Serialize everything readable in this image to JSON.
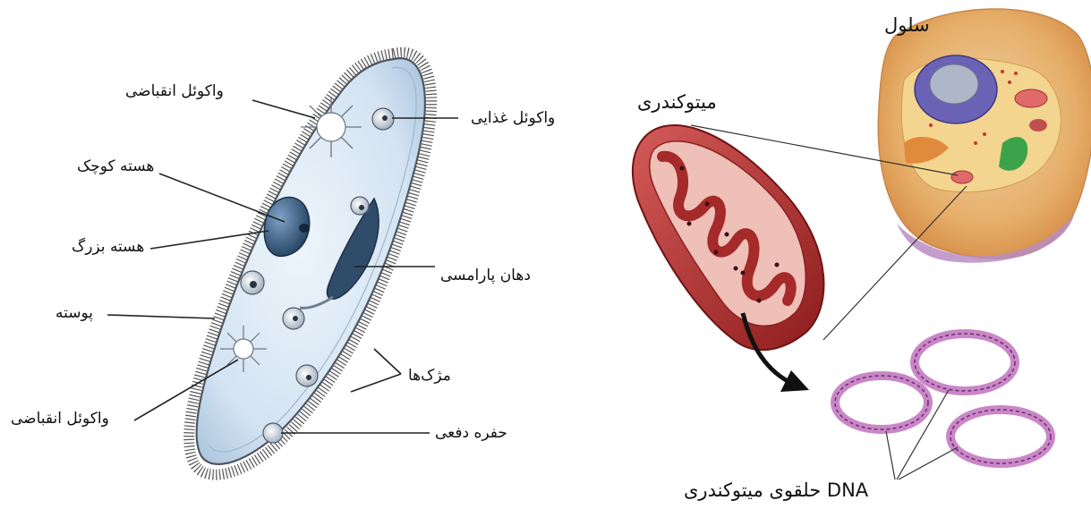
{
  "left_diagram": {
    "labels": {
      "contractile_vacuole_top": "واکوئل انقباضی",
      "micronucleus": "هسته کوچک",
      "macronucleus": "هسته بزرگ",
      "pellicle": "پوسته",
      "contractile_vacuole_bottom": "واکوئل انقباضی",
      "food_vacuole": "واکوئل غذایی",
      "oral_groove": "دهان پارامسی",
      "cilia": "مژک‌ها",
      "anal_pore": "حفره دفعی"
    }
  },
  "right_diagram": {
    "labels": {
      "cell": "سلول",
      "mitochondrion": "میتوکندری",
      "circular_dna": "DNA حلقوی میتوکندری"
    }
  },
  "colors": {
    "paramecium_body": "#d8e6f3",
    "nucleus": "#3f6288",
    "mitochondrion": "#b52a28",
    "dna_ring": "#c987c8",
    "cell_outer": "#eab36a"
  }
}
